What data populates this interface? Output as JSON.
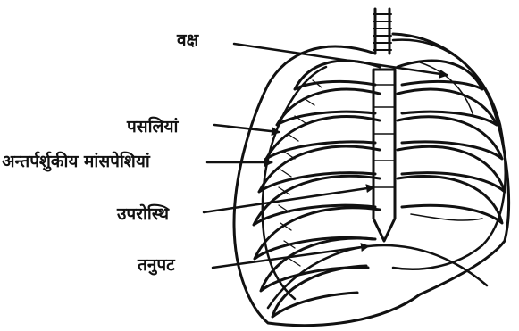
{
  "labels": [
    {
      "id": "chest",
      "text": "वक्ष"
    },
    {
      "id": "ribs",
      "text": "पसलियां"
    },
    {
      "id": "intercostal-muscles",
      "text": "अन्तर्पर्शुकीय मांसपेशियां"
    },
    {
      "id": "cartilage",
      "text": "उपरोस्थि"
    },
    {
      "id": "diaphragm",
      "text": "तनुपट"
    }
  ],
  "colors": {
    "ink": "#111111",
    "paper": "#ffffff"
  }
}
